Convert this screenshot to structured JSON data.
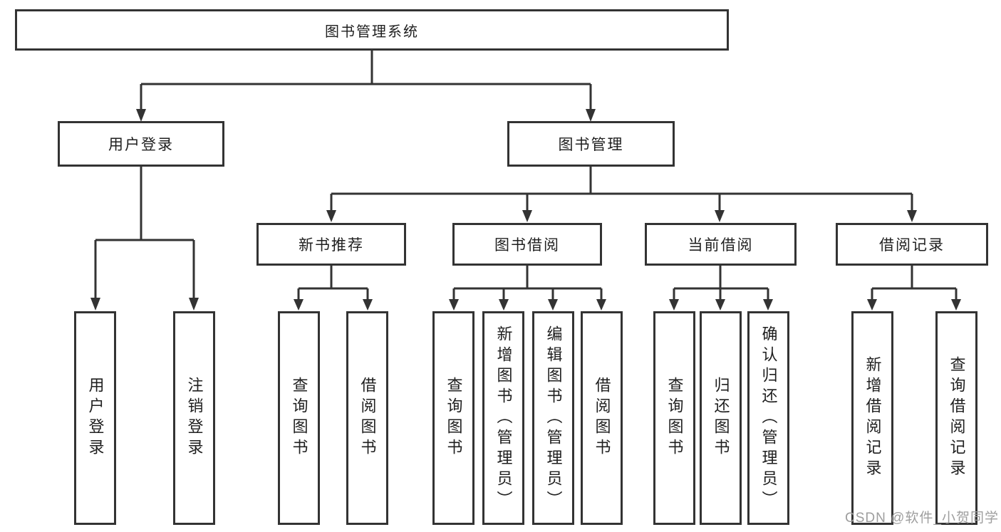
{
  "diagram": {
    "root": {
      "label": "图书管理系统"
    },
    "user_login": {
      "label": "用户登录"
    },
    "book_mgmt": {
      "label": "图书管理"
    },
    "login": {
      "label": "用户登录"
    },
    "logout": {
      "label": "注销登录"
    },
    "new_book_rec": {
      "label": "新书推荐"
    },
    "book_borrow": {
      "label": "图书借阅"
    },
    "current_borrow": {
      "label": "当前借阅"
    },
    "borrow_record": {
      "label": "借阅记录"
    },
    "nbr_query_book": {
      "label": "查询图书"
    },
    "nbr_borrow_book": {
      "label": "借阅图书"
    },
    "bb_query_book": {
      "label": "查询图书"
    },
    "bb_add_book": {
      "label": "新增图书（管理员）"
    },
    "bb_edit_book": {
      "label": "编辑图书（管理员）"
    },
    "bb_borrow_book": {
      "label": "借阅图书"
    },
    "cb_query_book": {
      "label": "查询图书"
    },
    "cb_return_book": {
      "label": "归还图书"
    },
    "cb_confirm_return": {
      "label": "确认归还（管理员）"
    },
    "br_add_record": {
      "label": "新增借阅记录"
    },
    "br_query_record": {
      "label": "查询借阅记录"
    }
  },
  "watermark": {
    "text": "CSDN @软件_小贺同学"
  },
  "colors": {
    "line": "#333333",
    "text": "#1f1f1f",
    "watermark": "#9e9e9e",
    "background": "#ffffff"
  }
}
